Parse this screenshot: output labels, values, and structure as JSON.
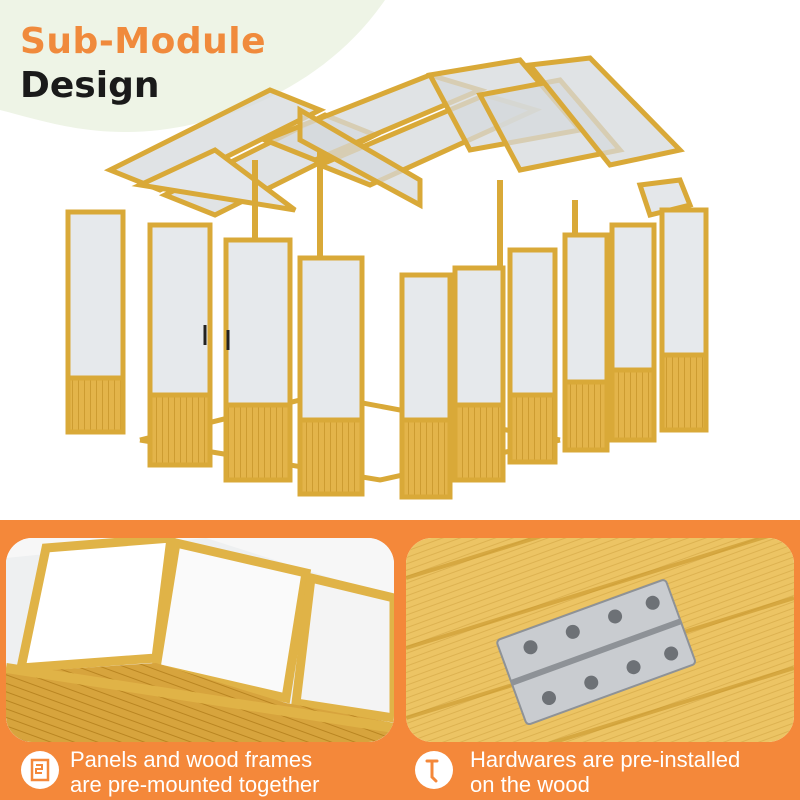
{
  "heading": {
    "line1": "Sub-Module",
    "line2": "Design"
  },
  "colors": {
    "accent": "#f4883a",
    "title_orange": "#f08a3c",
    "title_dark": "#1a1a1a",
    "wood": "#e0b347",
    "wood_dark": "#c48f20",
    "panel_glass": "#dfe3e6"
  },
  "features": [
    {
      "icon": "panel-frame-icon",
      "line1": "Panels and wood frames",
      "line2": "are pre-mounted together"
    },
    {
      "icon": "hardware-screw-icon",
      "line1": "Hardwares are pre-installed",
      "line2": "on the wood"
    }
  ]
}
